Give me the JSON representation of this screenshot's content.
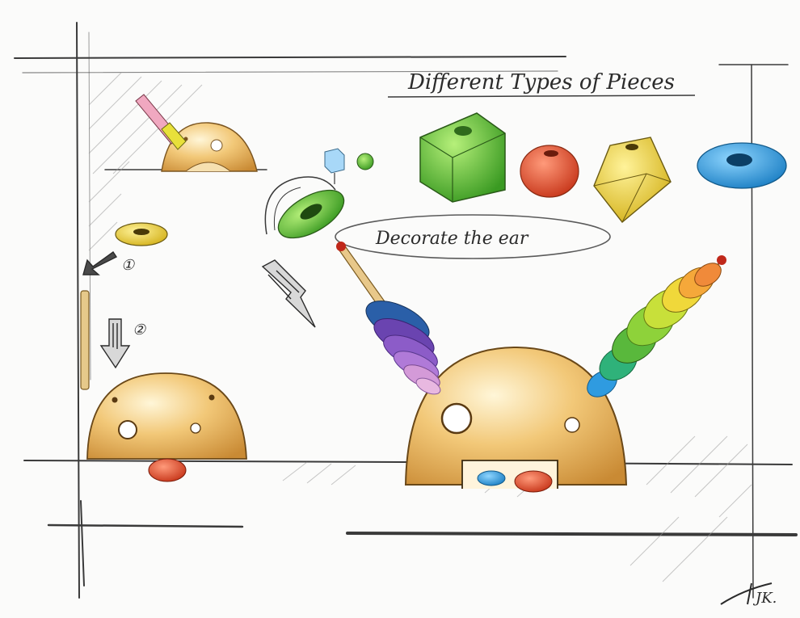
{
  "sketch": {
    "heading": "Different Types of Pieces",
    "callout": "Decorate the ear",
    "step_marks": [
      "①",
      "②"
    ],
    "signature": "JK."
  },
  "colors": {
    "dome": "#f2c878",
    "dome_shade": "#d99a3c",
    "bead_green": "#59b83c",
    "bead_red": "#e0552e",
    "bead_yellow": "#f0d83a",
    "bead_blue": "#2f9be0",
    "pencil_line": "#3a3a3a"
  }
}
